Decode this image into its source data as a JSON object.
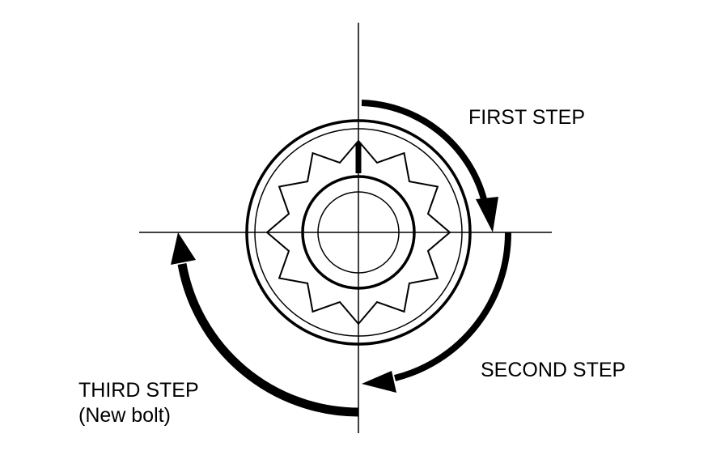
{
  "labels": {
    "first_step": "FIRST STEP",
    "second_step": "SECOND STEP",
    "third_step": "THIRD STEP",
    "third_step_note": "(New bolt)"
  },
  "colors": {
    "line": "#000000",
    "background": "#ffffff"
  }
}
